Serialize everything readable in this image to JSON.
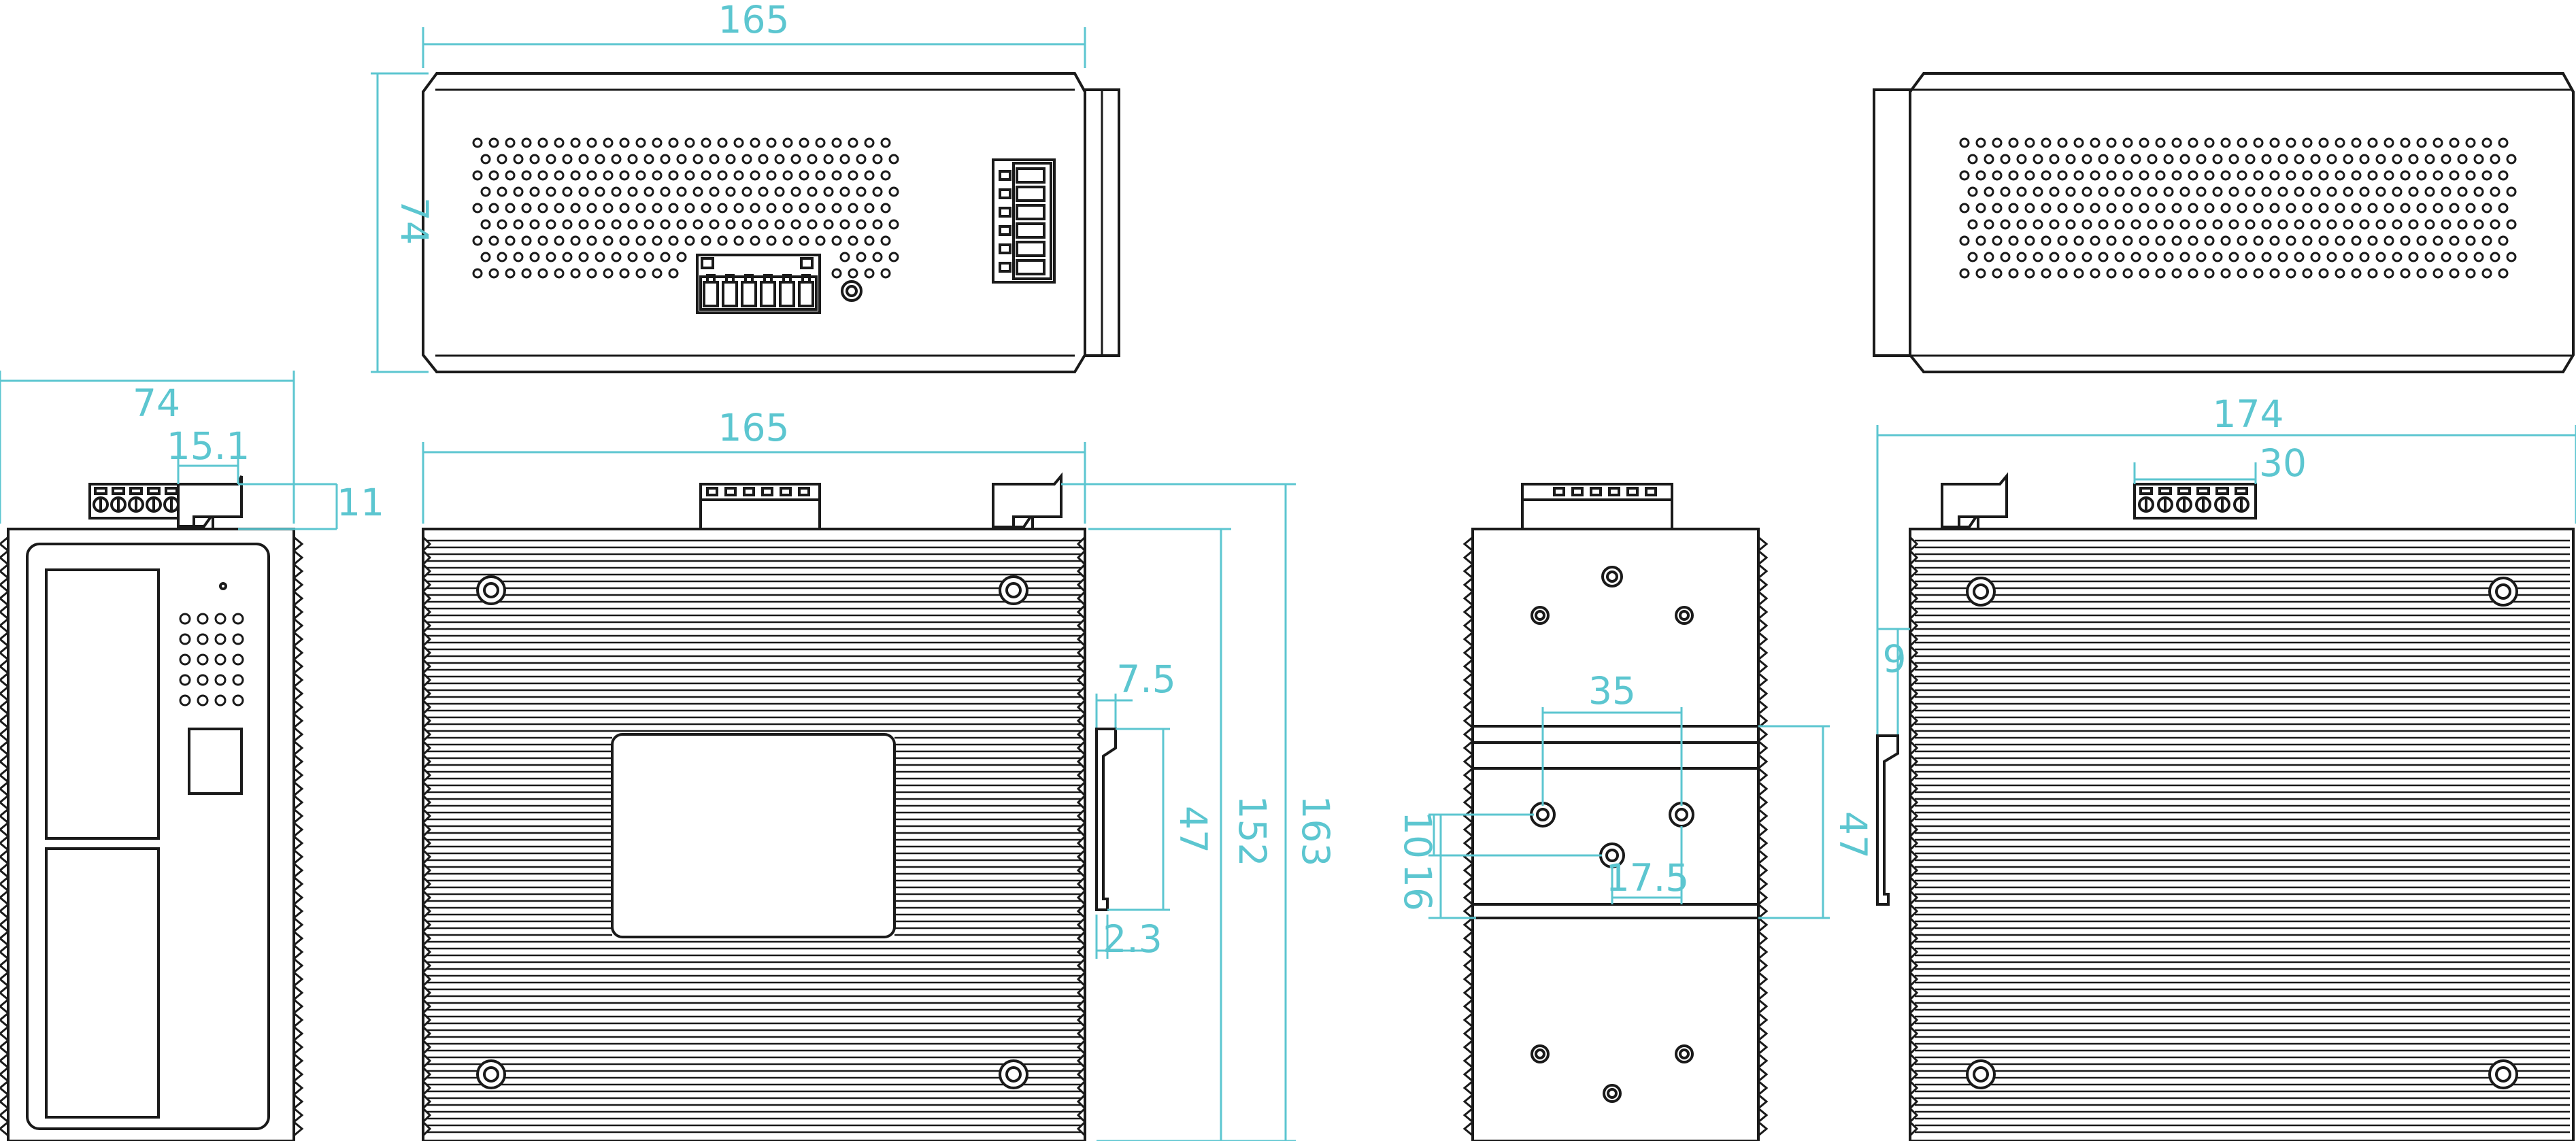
{
  "colors": {
    "outline": "#1a1a1a",
    "dimension": "#5cc6d0",
    "background": "#ffffff"
  },
  "dimensions": {
    "top_width": "165",
    "top_height": "74",
    "side_width": "74",
    "side_connector": "15.1",
    "side_connector_h": "11",
    "front_width": "165",
    "clip_offset": "7.5",
    "clip_height": "47",
    "clip_thickness": "2.3",
    "front_height_body": "152",
    "front_height_total": "163",
    "rail_hole_span": "35",
    "rail_offset_a": "10",
    "rail_offset_b": "16",
    "rail_hole_offset": "17.5",
    "rail_height": "47",
    "back_width": "174",
    "back_connector": "30",
    "back_clip_offset": "9"
  }
}
